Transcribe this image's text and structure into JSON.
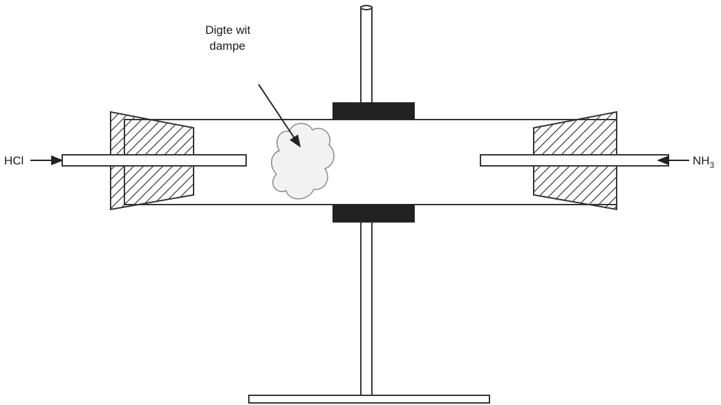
{
  "labels": {
    "cloud_line1": "Digte wit",
    "cloud_line2": "dampe",
    "left_gas": "HCl",
    "right_gas_base": "NH",
    "right_gas_subscript": "3"
  },
  "colors": {
    "outline": "#333333",
    "clamp": "#222222",
    "cloud_fill": "#f2f2f2",
    "cloud_stroke": "#888888"
  }
}
